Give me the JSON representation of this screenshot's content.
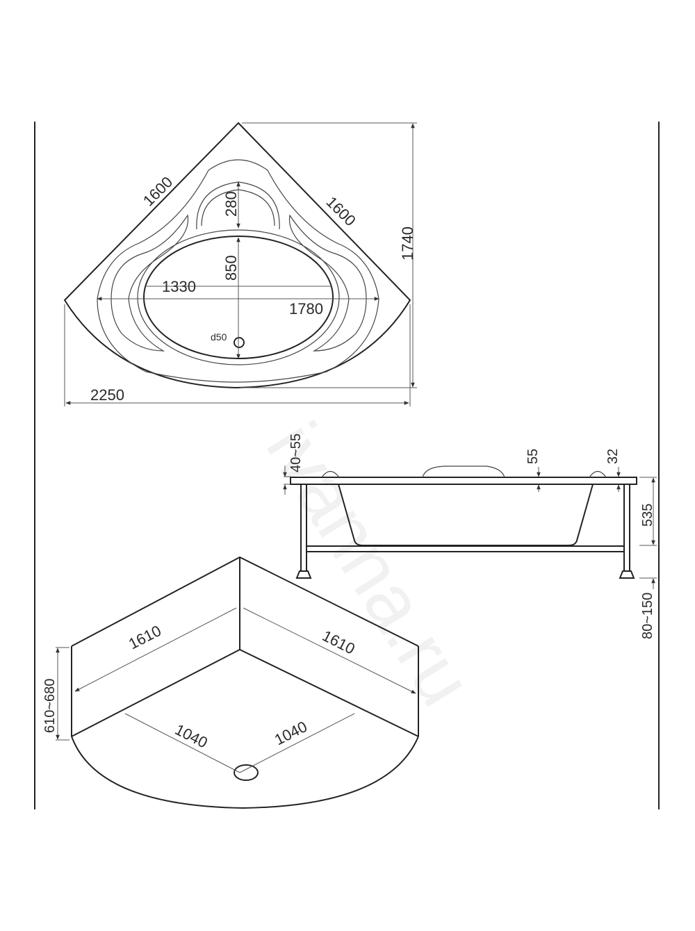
{
  "top_view": {
    "side_left": "1600",
    "side_right": "1600",
    "height": "1740",
    "headrest": "280",
    "inner_depth": "850",
    "inner_width": "1330",
    "inner_span": "1780",
    "drain": "d50",
    "overall_width": "2250"
  },
  "side_view": {
    "rim_thickness": "40~55",
    "center_drop": "55",
    "rim_edge": "32",
    "tub_height": "535",
    "leg_height": "80~150"
  },
  "panel_view": {
    "top_left": "1610",
    "top_right": "1610",
    "panel_height": "610~680",
    "bottom_left": "1040",
    "bottom_right": "1040"
  },
  "watermark": "ivanna.ru"
}
